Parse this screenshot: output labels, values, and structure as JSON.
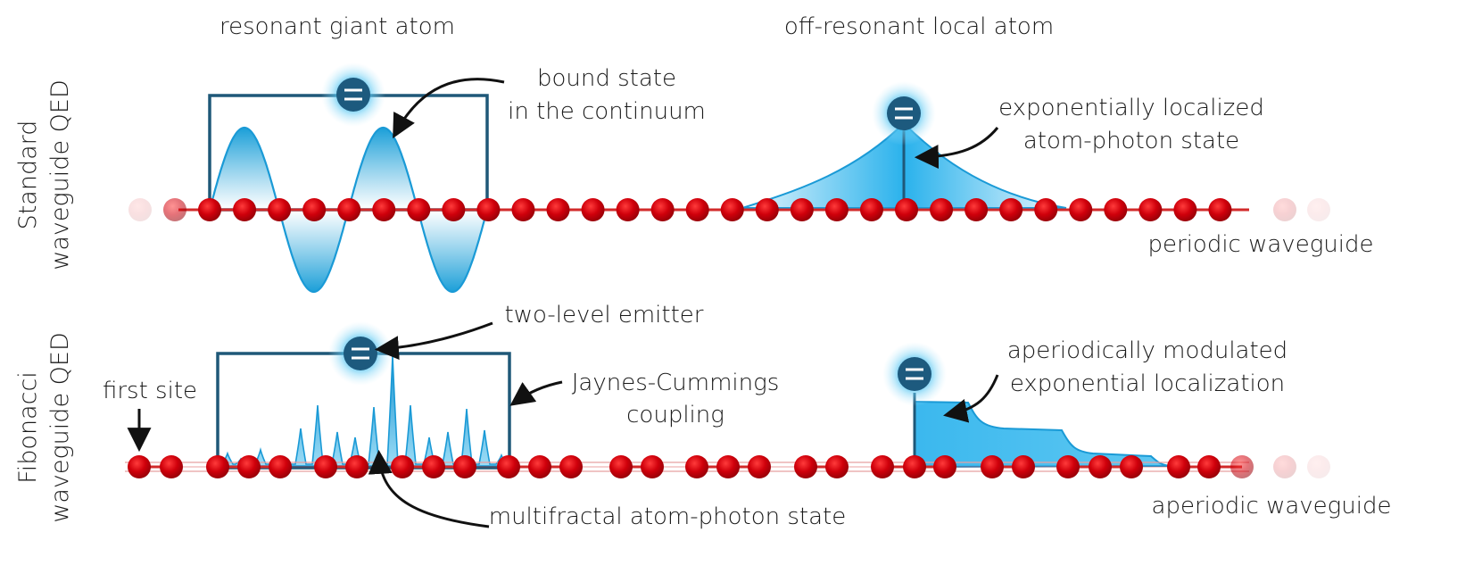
{
  "labels": {
    "resonant_giant_atom": "resonant giant atom",
    "off_resonant_local_atom": "off-resonant local atom",
    "bound_state_line1": "bound state",
    "bound_state_line2": "in the continuum",
    "exp_localized_line1": "exponentially localized",
    "exp_localized_line2": "atom-photon state",
    "periodic_waveguide": "periodic waveguide",
    "two_level_emitter": "two-level emitter",
    "jaynes_line1": "Jaynes-Cummings",
    "jaynes_line2": "coupling",
    "aperiodic_line1": "aperiodically modulated",
    "aperiodic_line2": "exponential localization",
    "first_site": "first site",
    "multifractal": "multifractal atom-photon state",
    "aperiodic_waveguide": "aperiodic waveguide"
  },
  "side_labels": {
    "standard_line1": "Standard",
    "standard_line2": "waveguide QED",
    "fibonacci_line1": "Fibonacci",
    "fibonacci_line2": "waveguide QED"
  },
  "colors": {
    "site_red": "#c8000a",
    "chain_line": "#d22a2a",
    "emitter_dark": "#1d5a7e",
    "box_outline": "#1f5878",
    "photon_blue": "#1aa6e0",
    "text": "#1a1a1a"
  },
  "icons": {
    "emitter": "two-level-emitter-icon",
    "site": "lattice-site-icon"
  }
}
